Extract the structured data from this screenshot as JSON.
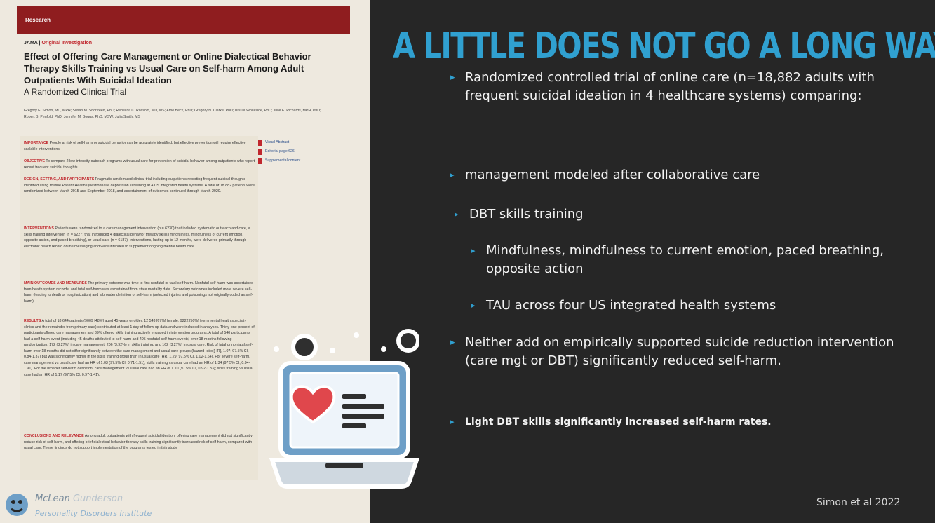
{
  "paper": {
    "banner": "Research",
    "journal": "JAMA",
    "article_type": "Original Investigation",
    "title": "Effect of Offering Care Management or Online Dialectical Behavior Therapy Skills Training vs Usual Care on Self-harm Among Adult Outpatients With Suicidal Ideation",
    "subtitle": "A Randomized Clinical Trial",
    "authors": "Gregory E. Simon, MD, MPH; Susan M. Shortreed, PhD; Rebecca C. Rossom, MD, MS; Arne Beck, PhD; Gregory N. Clarke, PhD; Ursula Whiteside, PhD; Julie E. Richards, MPH, PhD; Robert B. Penfold, PhD; Jennifer M. Boggs, PhD, MSW; Julia Smith, MS",
    "links": [
      "Visual Abstract",
      "Editorial page 626",
      "Supplemental content"
    ],
    "abstract": [
      {
        "heading": "IMPORTANCE",
        "text": "People at risk of self-harm or suicidal behavior can be accurately identified, but effective prevention will require effective scalable interventions."
      },
      {
        "heading": "OBJECTIVE",
        "text": "To compare 2 low-intensity outreach programs with usual care for prevention of suicidal behavior among outpatients who report recent frequent suicidal thoughts."
      },
      {
        "heading": "DESIGN, SETTING, AND PARTICIPANTS",
        "text": "Pragmatic randomized clinical trial including outpatients reporting frequent suicidal thoughts identified using routine Patient Health Questionnaire depression screening at 4 US integrated health systems. A total of 18 882 patients were randomized between March 2015 and September 2018, and ascertainment of outcomes continued through March 2020."
      },
      {
        "heading": "INTERVENTIONS",
        "text": "Patients were randomized to a care management intervention (n = 6230) that included systematic outreach and care, a skills training intervention (n = 6227) that introduced 4 dialectical behavior therapy skills (mindfulness, mindfulness of current emotion, opposite action, and paced breathing), or usual care (n = 6187). Interventions, lasting up to 12 months, were delivered primarily through electronic health record online messaging and were intended to supplement ongoing mental health care."
      },
      {
        "heading": "MAIN OUTCOMES AND MEASURES",
        "text": "The primary outcome was time to first nonfatal or fatal self-harm. Nonfatal self-harm was ascertained from health system records, and fatal self-harm was ascertained from state mortality data. Secondary outcomes included more severe self-harm (leading to death or hospitalization) and a broader definition of self-harm (selected injuries and poisonings not originally coded as self-harm)."
      },
      {
        "heading": "RESULTS",
        "text": "A total of 18 644 patients (9009 [48%] aged 45 years or older; 12 543 [67%] female; 9222 [50%] from mental health specialty clinics and the remainder from primary care) contributed at least 1 day of follow-up data and were included in analyses. Thirty-one percent of participants offered care management and 39% offered skills training actively engaged in intervention programs. A total of 540 participants had a self-harm event (including 45 deaths attributed to self-harm and 495 nonfatal self-harm events) over 18 months following randomization: 172 (3.27%) in care management, 206 (3.92%) in skills training, and 162 (3.27%) in usual care. Risk of fatal or nonfatal self-harm over 18 months did not differ significantly between the care management and usual care groups (hazard ratio [HR], 1.07; 97.5% CI, 0.84-1.37) but was significantly higher in the skills training group than in usual care (HR, 1.29; 97.5% CI, 1.02-1.64). For severe self-harm, care management vs usual care had an HR of 1.03 (97.5% CI, 0.71-1.51); skills training vs usual care had an HR of 1.34 (97.5% CI, 0.94-1.91). For the broader self-harm definition, care management vs usual care had an HR of 1.10 (97.5% CI, 0.92-1.33); skills training vs usual care had an HR of 1.17 (97.5% CI, 0.97-1.41)."
      },
      {
        "heading": "CONCLUSIONS AND RELEVANCE",
        "text": "Among adult outpatients with frequent suicidal ideation, offering care management did not significantly reduce risk of self-harm, and offering brief dialectical behavior therapy skills training significantly increased risk of self-harm, compared with usual care. These findings do not support implementation of the programs tested in this study."
      }
    ]
  },
  "slide": {
    "title": "A LITTLE DOES NOT GO A LONG WAY",
    "bullets": {
      "b1": "Randomized controlled trial of online care (n=18,882 adults with frequent suicidal ideation in 4 healthcare systems) comparing:",
      "b2": "management modeled after collaborative care",
      "b3": "DBT skills training",
      "b4": "Mindfulness, mindfulness to current emotion, paced breathing, opposite action",
      "b5": "TAU across four US integrated health systems",
      "b6": "Neither add on empirically supported suicide reduction intervention (care mgt or DBT) significantly reduced self-harm.",
      "b7": "Light DBT skills significantly increased self-harm rates."
    },
    "citation": "Simon et al 2022"
  },
  "logo": {
    "name_a": "McLean",
    "name_b": "Gunderson",
    "sub": "Personality Disorders Institute"
  },
  "colors": {
    "background": "#262626",
    "accent": "#30a0d0",
    "paper_red": "#8f1d1f",
    "laptop_blue": "#6e9fc7",
    "heart_red": "#e0474c"
  },
  "icons": [
    "laptop-heart-icon",
    "mclean-logo-icon",
    "visual-abstract-icon"
  ]
}
